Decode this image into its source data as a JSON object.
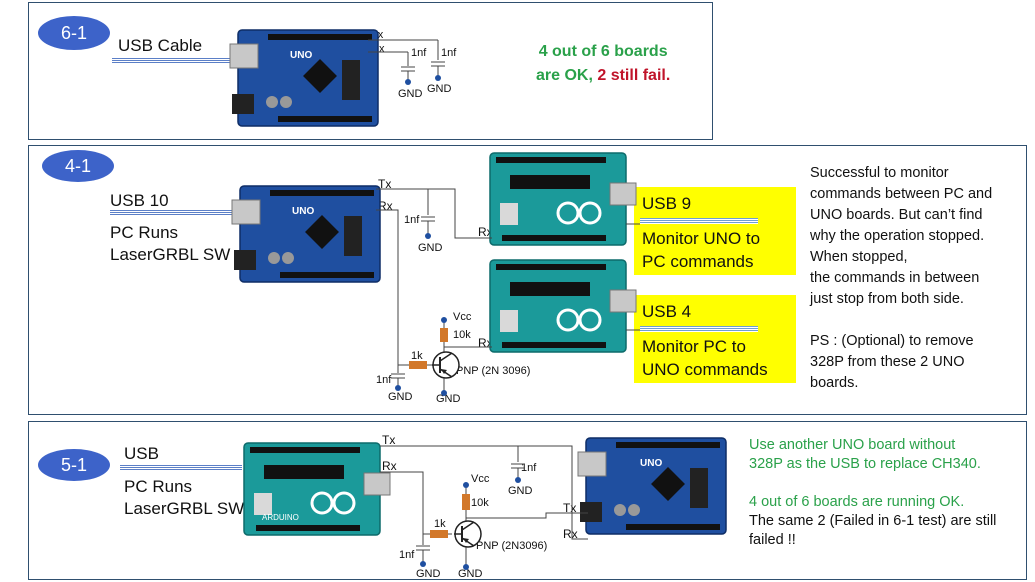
{
  "panel_6_1": {
    "tag": "6-1",
    "usb_label": "USB Cable",
    "tx": "Tx",
    "rx": "Rx",
    "cap1": "1nf",
    "cap2": "1nf",
    "gnd1": "GND",
    "gnd2": "GND",
    "result_ok": "4 out of 6 boards",
    "result_ok2": "are OK",
    "result_sep": ", ",
    "result_fail": "2 still fail.",
    "colors": {
      "ok": "#2aa14a",
      "fail": "#c0142a"
    }
  },
  "panel_4_1": {
    "tag": "4-1",
    "usb_label": "USB 10",
    "pc_line1": "PC Runs",
    "pc_line2": "LaserGRBL SW",
    "tx": "Tx",
    "rx": "Rx",
    "rx_top": "Rx",
    "rx_bottom": "Rx",
    "cap": "1nf",
    "gnd_cap": "GND",
    "vcc": "Vcc",
    "r10k": "10k",
    "r1k": "1k",
    "cap_low": "1nf",
    "gnd_low": "GND",
    "gnd_tr": "GND",
    "transistor": "PNP (2N 3096)",
    "box1_title": "USB 9",
    "box1_line1": "Monitor UNO to",
    "box1_line2": "PC commands",
    "box2_title": "USB 4",
    "box2_line1": "Monitor PC to",
    "box2_line2": "UNO commands",
    "note": [
      "Successful to monitor",
      "commands between PC and",
      "UNO boards. But can’t find",
      "why the operation stopped.",
      "When stopped,",
      "the commands in between",
      "just stop from both side.",
      "",
      "PS : (Optional) to remove",
      "328P from these 2 UNO",
      "boards."
    ]
  },
  "panel_5_1": {
    "tag": "5-1",
    "usb_label": "USB",
    "pc_line1": "PC Runs",
    "pc_line2": "LaserGRBL SW",
    "tx": "Tx",
    "rx": "Rx",
    "tx_right": "Tx",
    "rx_right": "Rx",
    "cap": "1nf",
    "gnd_cap": "GND",
    "vcc": "Vcc",
    "r10k": "10k",
    "r1k": "1k",
    "cap_low": "1nf",
    "gnd_low": "GND",
    "gnd_tr": "GND",
    "transistor": "PNP (2N3096)",
    "note_green": [
      "Use another UNO board without",
      "328P as the USB to replace CH340.",
      "",
      "4 out of 6 boards are running OK."
    ],
    "note_black": [
      "The same 2 (Failed in 6-1 test) are still",
      "failed !!"
    ],
    "colors": {
      "note_green": "#2aa14a"
    }
  },
  "board_labels": {
    "uno": "UNO",
    "arduino": "ARDUINO"
  }
}
